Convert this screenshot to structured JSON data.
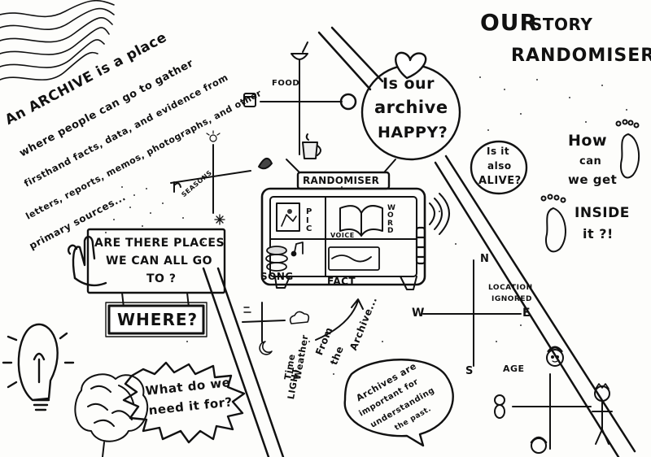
{
  "title": {
    "our": "OUR",
    "story": "STORY",
    "randomiser": "RANDOMISER"
  },
  "archive_definition": [
    "An ARCHIVE is a place",
    "where people can go to gather",
    "firsthand facts, data, and evidence from",
    "letters, reports, memos, photographs, and other",
    "primary sources..."
  ],
  "heart_bubble": [
    "Is our",
    "archive",
    "HAPPY?"
  ],
  "alive_bubble": [
    "Is it",
    "also",
    "ALIVE?"
  ],
  "inside": {
    "how": "How",
    "can": "can",
    "we_get": "we get",
    "inside": "INSIDE",
    "it": "it ?!"
  },
  "axes": {
    "food": "FOOD",
    "seasons": "SEASONS",
    "location": "LOCATION",
    "ignored": "IGNORED",
    "north": "N",
    "south": "S",
    "west": "W",
    "east": "E",
    "age": "AGE",
    "weather": "Weather",
    "time": "Time",
    "light": "LIGHT"
  },
  "machine": {
    "label": "RANDOMISER",
    "pic": "PIC",
    "word": "WORD",
    "voice": "VOICE",
    "song": "SONG",
    "fact": "FACT"
  },
  "from_archive": [
    "From",
    "the",
    "Archive..."
  ],
  "places_sign": [
    "ARE THERE PLACES",
    "WE CAN ALL GO",
    "TO ?"
  ],
  "where_sign": "WHERE?",
  "need_bubble": [
    "What do we",
    "need it for?"
  ],
  "important_bubble": [
    "Archives are",
    "important for",
    "understanding",
    "the past."
  ],
  "colors": {
    "ink": "#111111",
    "paper": "#fdfdfb"
  }
}
